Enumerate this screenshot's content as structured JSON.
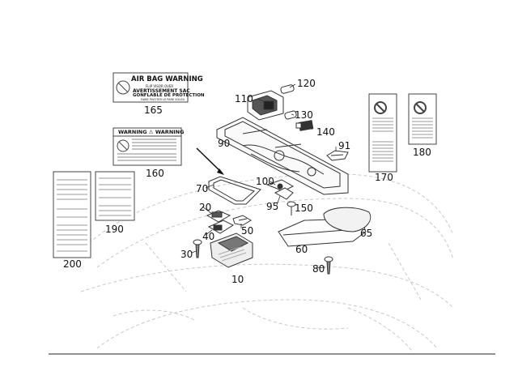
{
  "callouts": {
    "c10": "10",
    "c20": "20",
    "c30": "30",
    "c40": "40",
    "c50": "50",
    "c60": "60",
    "c65": "65",
    "c70": "70",
    "c80": "80",
    "c90": "90",
    "c91": "91",
    "c95": "95",
    "c100": "100",
    "c110": "110",
    "c120": "120",
    "c130": "130",
    "c140": "140",
    "c150": "150",
    "c160": "160",
    "c165": "165",
    "c170": "170",
    "c180": "180",
    "c190": "190",
    "c200": "200"
  },
  "label_165": {
    "title": "AIR BAG WARNING",
    "line1": "FLIP VISOR OVER",
    "line2": "AVERTISSEMENT SAC",
    "line3": "GONFLABLE DE PROTECTION",
    "line4": "FAIRE PIVOTER LE PARE SOLEIL"
  },
  "label_160": {
    "title": "WARNING ⚠ WARNING"
  }
}
